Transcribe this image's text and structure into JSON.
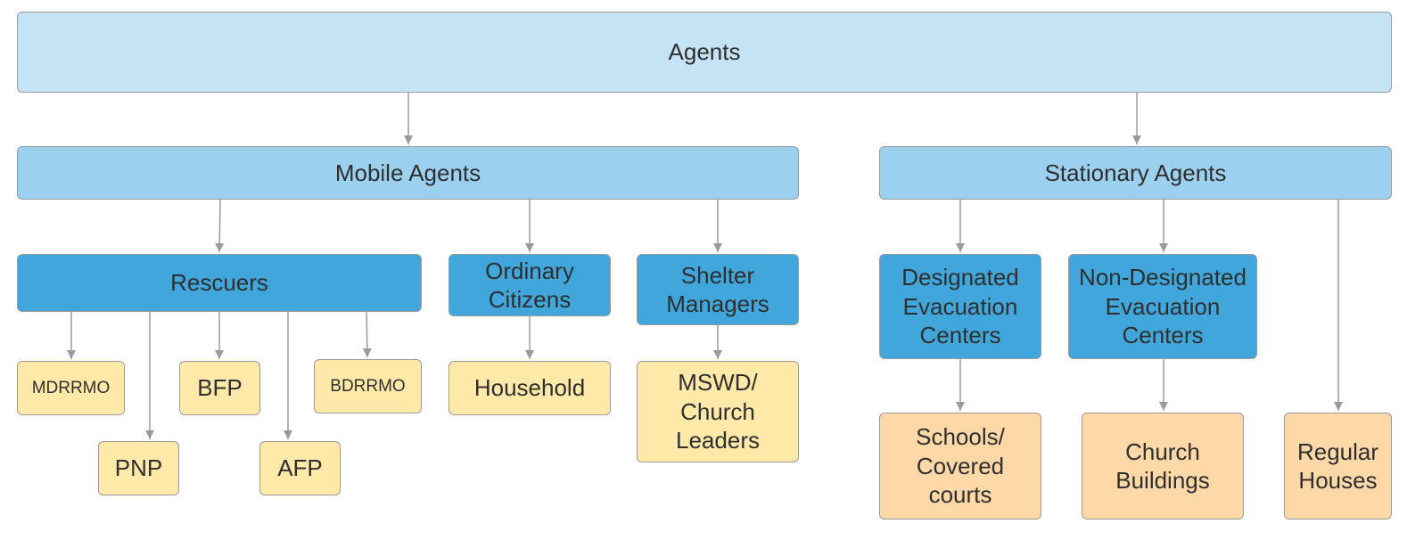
{
  "root": {
    "label": "Agents"
  },
  "mobile": {
    "label": "Mobile Agents",
    "rescuers": {
      "label": "Rescuers",
      "units": [
        "MDRRMO",
        "PNP",
        "BFP",
        "AFP",
        "BDRRMO"
      ]
    },
    "citizens": {
      "label": "Ordinary\nCitizens",
      "child": "Household"
    },
    "shelter": {
      "label": "Shelter\nManagers",
      "child": "MSWD/\nChurch\nLeaders"
    }
  },
  "stationary": {
    "label": "Stationary Agents",
    "designated": {
      "label": "Designated\nEvacuation\nCenters",
      "child": "Schools/\nCovered\ncourts"
    },
    "nondesignated": {
      "label": "Non-Designated\nEvacuation\nCenters",
      "child": "Church\nBuildings"
    },
    "regular": "Regular\nHouses"
  },
  "colors": {
    "root_fill": "#c4e3f5",
    "level1_fill": "#9bd0ef",
    "level2_fill": "#40a6db",
    "mobile_leaf_fill": "#ffe9a9",
    "stationary_leaf_fill": "#ffd8a8",
    "edge": "#9a9a9a"
  }
}
